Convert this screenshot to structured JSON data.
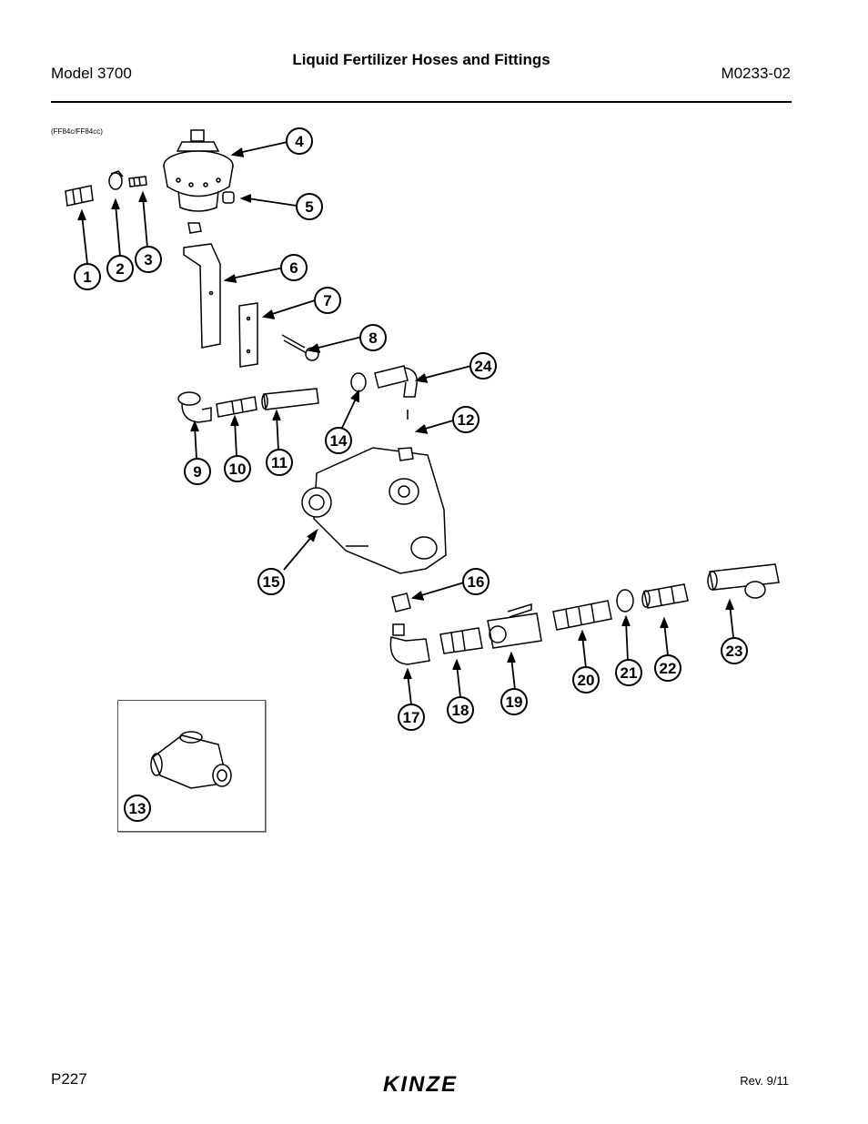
{
  "header": {
    "model": "Model 3700",
    "title": "Liquid Fertilizer Hoses and Fittings",
    "doc_number": "M0233-02"
  },
  "figure": {
    "code": "(FF84c/FF84cc)",
    "callouts": [
      "1",
      "2",
      "3",
      "4",
      "5",
      "6",
      "7",
      "8",
      "9",
      "10",
      "11",
      "12",
      "13",
      "14",
      "15",
      "16",
      "17",
      "18",
      "19",
      "20",
      "21",
      "22",
      "23",
      "24"
    ]
  },
  "footer": {
    "page": "P227",
    "logo": "KINZE",
    "revision": "Rev. 9/11"
  }
}
